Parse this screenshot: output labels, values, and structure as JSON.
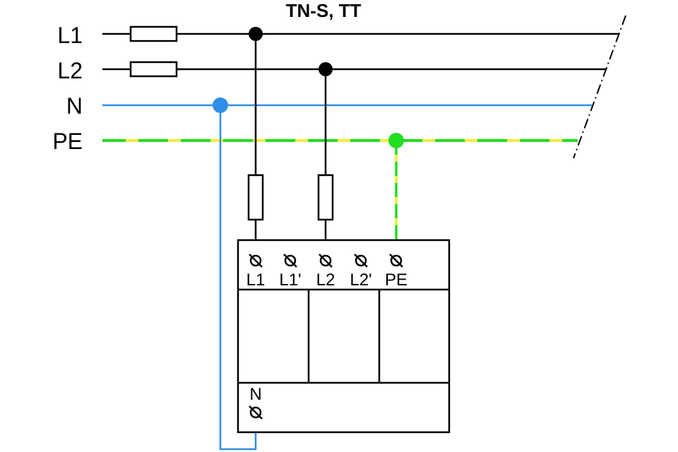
{
  "title": "TN-S, TT",
  "buses": {
    "l1": "L1",
    "l2": "L2",
    "n": "N",
    "pe": "PE"
  },
  "device": {
    "terminals": [
      "L1",
      "L1'",
      "L2",
      "L2'",
      "PE"
    ],
    "n_terminal": "N"
  },
  "colors": {
    "phase": "#000000",
    "neutral": "#2f8ee6",
    "pe_green": "#22dd22",
    "pe_yellow": "#f5ef3a",
    "background": "#ffffff"
  }
}
